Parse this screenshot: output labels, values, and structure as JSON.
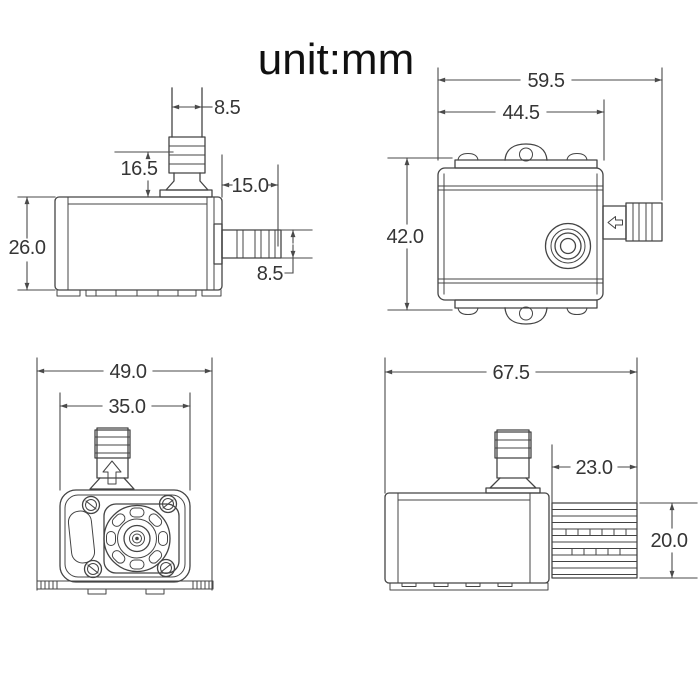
{
  "title": "unit:mm",
  "colors": {
    "line": "#444444",
    "text": "#353535",
    "background": "#ffffff"
  },
  "views": {
    "top_left_side": {
      "dims": {
        "inlet_width": "8.5",
        "inlet_height": "16.5",
        "outlet_length": "15.0",
        "body_height": "26.0",
        "outlet_width": "8.5"
      }
    },
    "top_right_top": {
      "dims": {
        "overall_width": "59.5",
        "body_width": "44.5",
        "body_height": "42.0"
      }
    },
    "bottom_left_front": {
      "dims": {
        "overall_width": "49.0",
        "body_width": "35.0"
      }
    },
    "bottom_right_side": {
      "dims": {
        "overall_length": "67.5",
        "strainer_length": "23.0",
        "strainer_height": "20.0"
      }
    }
  }
}
